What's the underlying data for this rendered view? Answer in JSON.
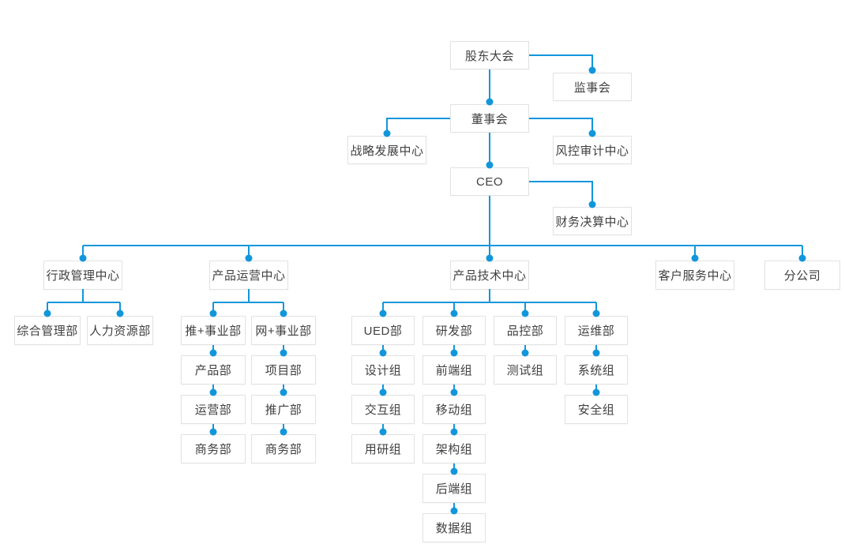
{
  "diagram": {
    "type": "org-chart",
    "colors": {
      "line": "#1296db",
      "dot": "#1296db",
      "node_border": "#e2e2e2",
      "node_background": "#ffffff",
      "node_text": "#404040",
      "page_background": "#ffffff"
    }
  },
  "nodes": {
    "shareholders": {
      "label": "股东大会"
    },
    "supervisory": {
      "label": "监事会"
    },
    "board": {
      "label": "董事会"
    },
    "strategy": {
      "label": "战略发展中心"
    },
    "risk_audit": {
      "label": "风控审计中心"
    },
    "ceo": {
      "label": "CEO"
    },
    "finance": {
      "label": "财务决算中心"
    },
    "admin_center": {
      "label": "行政管理中心"
    },
    "product_ops_center": {
      "label": "产品运营中心"
    },
    "product_tech_center": {
      "label": "产品技术中心"
    },
    "customer_service_center": {
      "label": "客户服务中心"
    },
    "branch": {
      "label": "分公司"
    },
    "general_mgmt": {
      "label": "综合管理部"
    },
    "hr": {
      "label": "人力资源部"
    },
    "tui_division": {
      "label": "推+事业部"
    },
    "wang_division": {
      "label": "网+事业部"
    },
    "ued": {
      "label": "UED部"
    },
    "rnd": {
      "label": "研发部"
    },
    "qc": {
      "label": "品控部"
    },
    "ops": {
      "label": "运维部"
    },
    "product_dept": {
      "label": "产品部"
    },
    "project_dept": {
      "label": "项目部"
    },
    "design_team": {
      "label": "设计组"
    },
    "frontend_team": {
      "label": "前端组"
    },
    "test_team": {
      "label": "测试组"
    },
    "system_team": {
      "label": "系统组"
    },
    "operation_dept": {
      "label": "运营部"
    },
    "promotion_dept": {
      "label": "推广部"
    },
    "interaction_team": {
      "label": "交互组"
    },
    "mobile_team": {
      "label": "移动组"
    },
    "security_team": {
      "label": "安全组"
    },
    "business_dept_tui": {
      "label": "商务部"
    },
    "business_dept_wang": {
      "label": "商务部"
    },
    "user_research_team": {
      "label": "用研组"
    },
    "architecture_team": {
      "label": "架构组"
    },
    "backend_team": {
      "label": "后端组"
    },
    "data_team": {
      "label": "数据组"
    }
  },
  "hierarchy": {
    "id": "shareholders",
    "children": [
      {
        "id": "supervisory",
        "side": "right"
      },
      {
        "id": "board",
        "children": [
          {
            "id": "strategy",
            "side": "left"
          },
          {
            "id": "risk_audit",
            "side": "right"
          },
          {
            "id": "ceo",
            "children": [
              {
                "id": "finance",
                "side": "right"
              },
              {
                "id": "admin_center",
                "children": [
                  {
                    "id": "general_mgmt"
                  },
                  {
                    "id": "hr"
                  }
                ]
              },
              {
                "id": "product_ops_center",
                "children": [
                  {
                    "id": "tui_division",
                    "chain": [
                      "product_dept",
                      "operation_dept",
                      "business_dept_tui"
                    ]
                  },
                  {
                    "id": "wang_division",
                    "chain": [
                      "project_dept",
                      "promotion_dept",
                      "business_dept_wang"
                    ]
                  }
                ]
              },
              {
                "id": "product_tech_center",
                "children": [
                  {
                    "id": "ued",
                    "chain": [
                      "design_team",
                      "interaction_team",
                      "user_research_team"
                    ]
                  },
                  {
                    "id": "rnd",
                    "chain": [
                      "frontend_team",
                      "mobile_team",
                      "architecture_team",
                      "backend_team",
                      "data_team"
                    ]
                  },
                  {
                    "id": "qc",
                    "chain": [
                      "test_team"
                    ]
                  },
                  {
                    "id": "ops",
                    "chain": [
                      "system_team",
                      "security_team"
                    ]
                  }
                ]
              },
              {
                "id": "customer_service_center"
              },
              {
                "id": "branch"
              }
            ]
          }
        ]
      }
    ]
  }
}
